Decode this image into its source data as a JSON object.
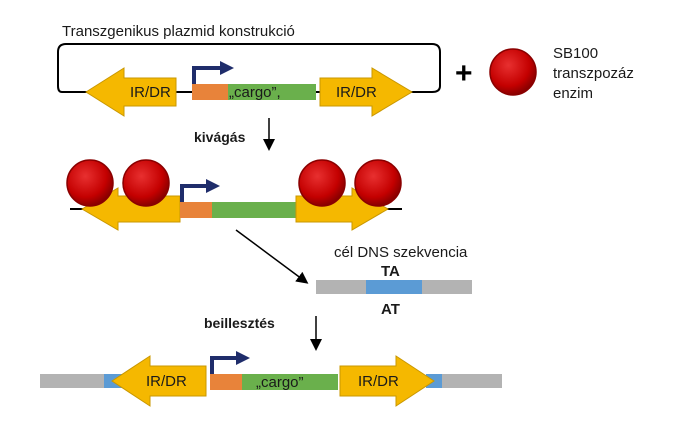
{
  "title": "Transzgenikus plazmid konstrukció",
  "plus_sign": "+",
  "enzyme": {
    "line1": "SB100",
    "line2": "transzpozáz",
    "line3": "enzim"
  },
  "plasmid": {
    "left_ir_label": "IR/DR",
    "cargo_label": "„cargo”,",
    "right_ir_label": "IR/DR"
  },
  "step_excision": "kivágás",
  "target": {
    "title": "cél DNS szekvencia",
    "top_label": "TA",
    "bottom_label": "AT"
  },
  "step_insertion": "beillesztés",
  "result": {
    "left_ir_label": "IR/DR",
    "cargo_label": "„cargo”",
    "right_ir_label": "IR/DR"
  },
  "colors": {
    "ir_arrow": "#f5b800",
    "ir_arrow_stroke": "#c99700",
    "cargo": "#6ab04c",
    "promoter": "#e8833a",
    "enzyme": "#cc0000",
    "promoter_arrow": "#1f2d6b",
    "dna_gray": "#b3b3b3",
    "dna_blue": "#5b9bd5"
  }
}
